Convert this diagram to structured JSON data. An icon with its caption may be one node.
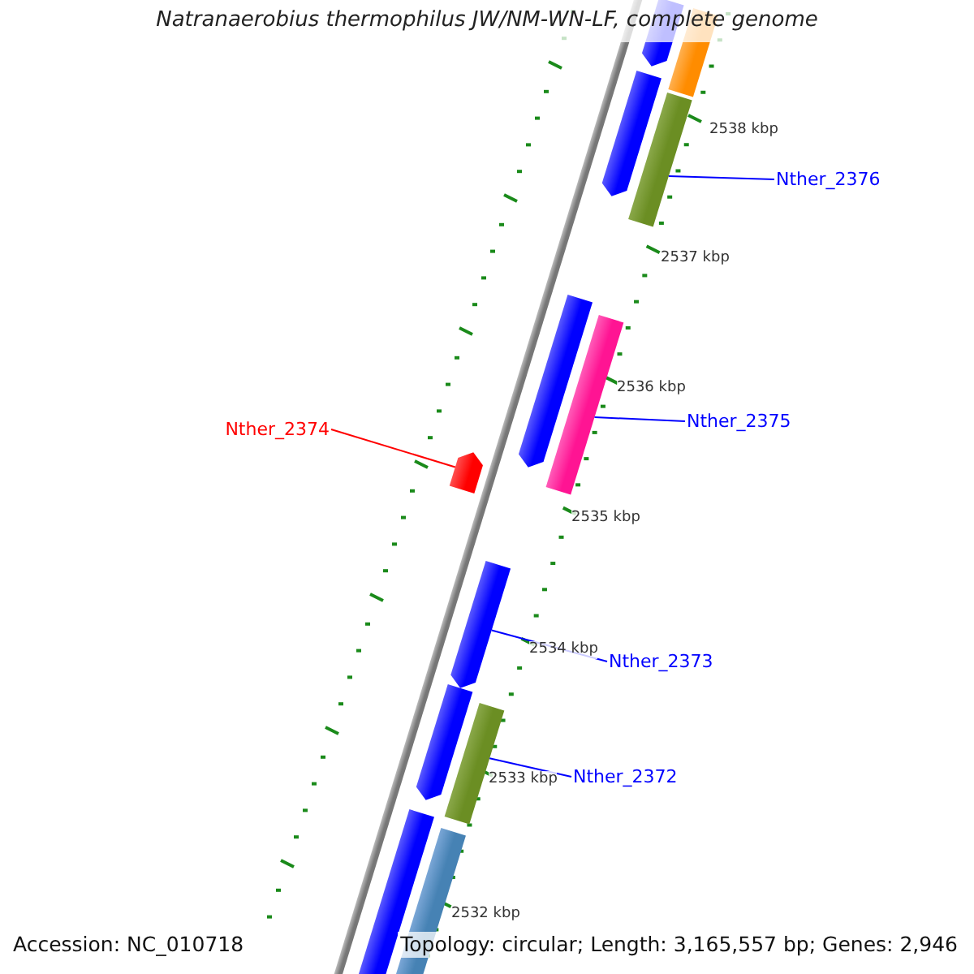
{
  "diagram": {
    "title": "Natranaerobius thermophilus JW/NM-WN-LF, complete genome",
    "nodes": [
      {
        "text": [
          "Nther_2376"
        ]
      },
      {
        "text": [],
        "shape": "bar"
      },
      {
        "text": [
          "Nther_2375"
        ]
      },
      {
        "text": [],
        "shape": "bar"
      },
      {
        "text": [
          "Nther_2374"
        ]
      },
      {
        "text": [],
        "shape": "bar"
      },
      {
        "text": [
          "Nther_2373"
        ]
      },
      {
        "text": [],
        "shape": "bar"
      },
      {
        "text": [
          "Nther_2372"
        ]
      },
      {
        "text": [],
        "shape": "bar"
      }
    ],
    "edges": [
      {
        "from": 0,
        "to": 1,
        "arrow": "none"
      },
      {
        "from": 2,
        "to": 3,
        "arrow": "none"
      },
      {
        "from": 4,
        "to": 5,
        "arrow": "none",
        "color": "#ff0000"
      },
      {
        "from": 6,
        "to": 7,
        "arrow": "none"
      },
      {
        "from": 8,
        "to": 9,
        "arrow": "none"
      }
    ],
    "labels": [
      "2538 kbp",
      "2537 kbp",
      "2536 kbp",
      "2535 kbp",
      "2534 kbp",
      "2533 kbp",
      "2532 kbp",
      "Accession: NC_010718",
      "Topology: circular; Length: 3,165,557 bp; Genes: 2,946"
    ]
  }
}
